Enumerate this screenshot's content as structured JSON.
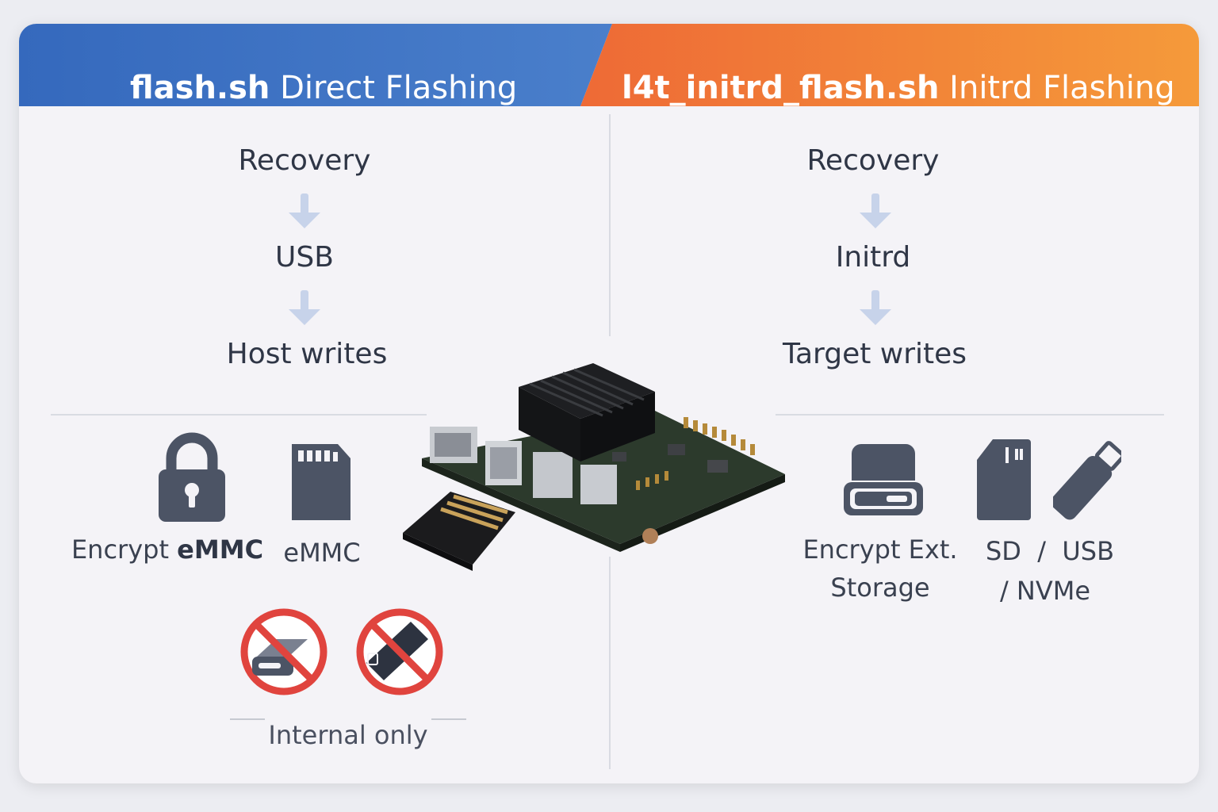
{
  "colors": {
    "left_header": "#3f72c0",
    "right_header": "#f0783a",
    "icon": "#4c5465",
    "forbid": "#e0443e",
    "arrow": "#c7d3ea"
  },
  "left": {
    "title_bold": "flash.sh",
    "title_light": "Direct Flashing",
    "steps": [
      "Recovery",
      "USB",
      "Host writes"
    ],
    "icons": [
      {
        "name": "lock-icon",
        "label_prefix": "Encrypt",
        "label_bold": "eMMC"
      },
      {
        "name": "emmc-card-icon",
        "label": "eMMC"
      }
    ],
    "unsupported_icons": [
      "no-external-drive-icon",
      "no-usb-drive-icon"
    ],
    "note": "Internal only"
  },
  "right": {
    "title_bold": "l4t_initrd_flash.sh",
    "title_light": "Initrd Flashing",
    "steps": [
      "Recovery",
      "Initrd",
      "Target writes"
    ],
    "icons": [
      {
        "name": "external-drive-icon",
        "label_line1": "Encrypt Ext.",
        "label_line2": "Storage"
      },
      {
        "name": "sd-card-icon"
      },
      {
        "name": "usb-drive-icon"
      }
    ],
    "storage_label_line1": "SD  /  USB",
    "storage_label_line2": "/ NVMe"
  },
  "center": {
    "image": "jetson-dev-board-photo",
    "card": "sd-card-photo"
  }
}
